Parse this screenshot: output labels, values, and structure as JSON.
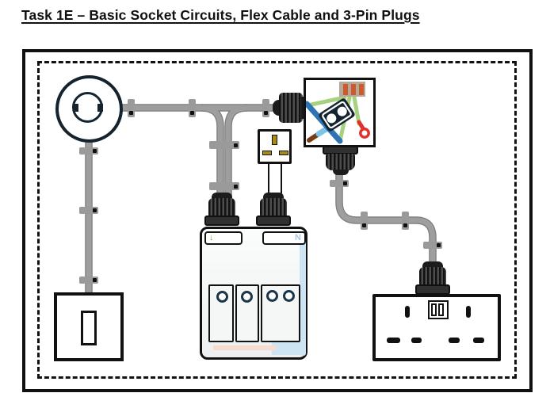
{
  "title": "Task 1E – Basic Socket Circuits, Flex Cable and 3-Pin Plugs",
  "consumer_unit": {
    "earth_arrow_symbol": "↓",
    "neutral_label": "N"
  },
  "components": {
    "ceiling_rose": "ceiling-rose-lampholder",
    "light_switch": "one-gang-light-switch",
    "consumer_unit": "consumer-unit-with-breakers",
    "open_plug": "3-pin-plug-opened",
    "plug_face": "3-pin-plug-pin-face",
    "double_socket": "double-socket-outlet",
    "cable": "grey-flex-cable-with-clips-and-glands"
  },
  "colors": {
    "cable_gray": "#9e9e9e",
    "outline_navy": "#15232f",
    "wire_green": "#a6d17e",
    "wire_blue": "#2e74b5",
    "wire_brown": "#7b3a12",
    "wire_sleeve_blue": "#7fc3e8",
    "wire_red": "#e0312e",
    "terminal_orange": "#cd5a2d",
    "terminal_block_tan": "#b5a89a",
    "pin_brass": "#a88a15",
    "unit_blue_strip": "#cde4f2",
    "unit_pink_strip": "#f6dcd0"
  }
}
